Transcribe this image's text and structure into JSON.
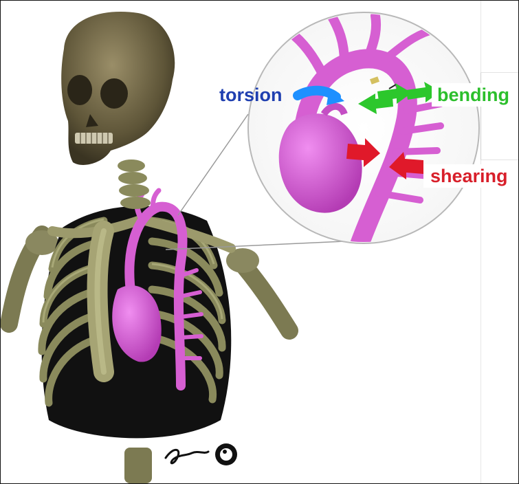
{
  "labels": {
    "torsion": "torsion",
    "bending": "bending",
    "shearing": "shearing"
  },
  "colors": {
    "torsion": "#1f3fb0",
    "bending": "#2cbf2c",
    "shearing": "#d81f2a",
    "aorta": "#d65fd2",
    "bone": "#8c8a5a",
    "skull": "#6b6244",
    "cavity": "#111111",
    "torsion_arrow": "#1e90ff",
    "bending_arrow": "#2cc72c",
    "shearing_arrow": "#e0192a"
  },
  "icons": {
    "torsion_arrow": "curved-arrow-icon",
    "bending_arrows": "double-arrow-icon",
    "shearing_arrows": "opposing-arrows-icon",
    "signature": "artist-signature"
  }
}
